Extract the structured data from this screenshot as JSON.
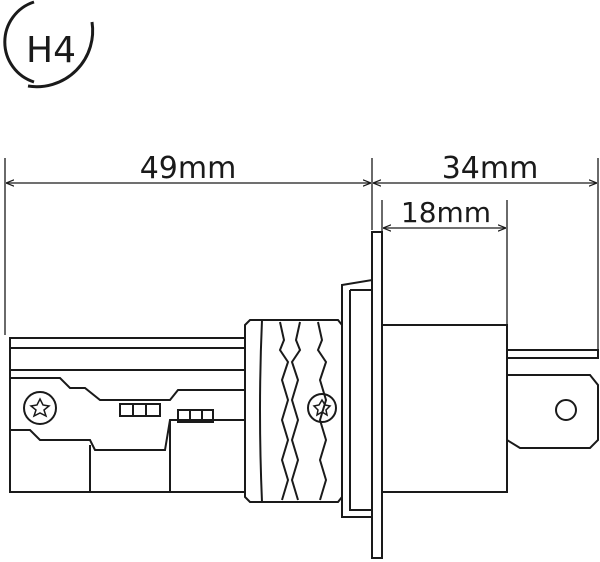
{
  "badge": {
    "label": "H4",
    "icon": "h4-circle-badge"
  },
  "dimensions": {
    "total_length": "49mm",
    "base_length": "34mm",
    "collar_length": "18mm"
  },
  "colors": {
    "ink": "#1a1a1a",
    "background": "#ffffff"
  }
}
